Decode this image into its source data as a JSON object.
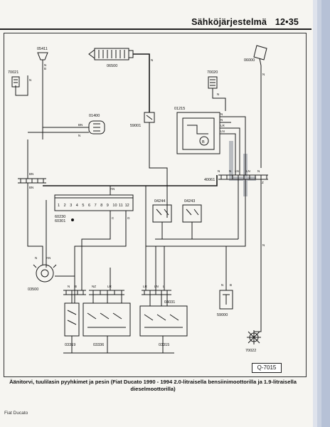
{
  "header": {
    "title": "Sähköjärjestelmä",
    "page": "12•35"
  },
  "figure_code": "Q-7015",
  "caption": "Äänitorvi, tuulilasin pyyhkimet ja pesin (Fiat Ducato 1990 - 1994 2.0-litraisella bensiinimoottorilla ja 1.9-litraisella dieselmoottorilla)",
  "footer": "Fiat Ducato",
  "components": {
    "c05411": "05411",
    "c70021": "70021",
    "c06500": "06500",
    "c06000": "06000",
    "c70020": "70020",
    "c01400": "01400",
    "c59001": "59001",
    "c01215": "01215",
    "c40061": "40061",
    "c04244": "04244",
    "c04243": "04243",
    "c60230": "60230",
    "c60301": "60301",
    "c03500": "03500",
    "c03319": "03319",
    "c03336": "03336",
    "c04031": "04031",
    "c03315": "03315",
    "c59000": "59000",
    "c70022": "70022"
  },
  "wire_labels": {
    "N": "N",
    "B": "B",
    "BN": "BN",
    "AN": "AN",
    "LN": "LN",
    "LR": "LR",
    "NZ": "NZ",
    "Z": "Z",
    "C": "C",
    "G": "G",
    "L": "L",
    "R": "R",
    "AB": "AB"
  },
  "fuse_numbers": [
    "1",
    "2",
    "3",
    "4",
    "5",
    "6",
    "7",
    "8",
    "9",
    "10",
    "11",
    "12"
  ]
}
